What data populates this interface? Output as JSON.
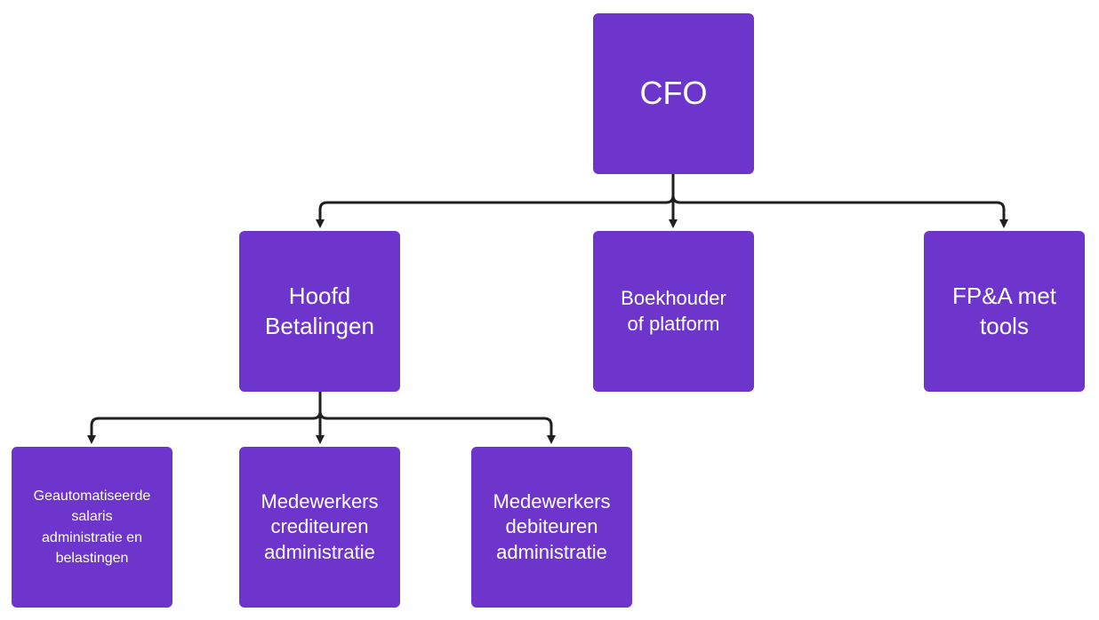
{
  "accent_color": "#6e35cc",
  "connector_color": "#1f1f1f",
  "nodes": {
    "cfo": "CFO",
    "hoofd_betalingen": "Hoofd\nBetalingen",
    "boekhouder": "Boekhouder\nof platform",
    "fpa": "FP&A met\ntools",
    "salaris": "Geautomatiseerde\nsalaris\nadministratie en\nbelastingen",
    "crediteuren": "Medewerkers\ncrediteuren\nadministratie",
    "debiteuren": "Medewerkers\ndebiteuren\nadministratie"
  }
}
